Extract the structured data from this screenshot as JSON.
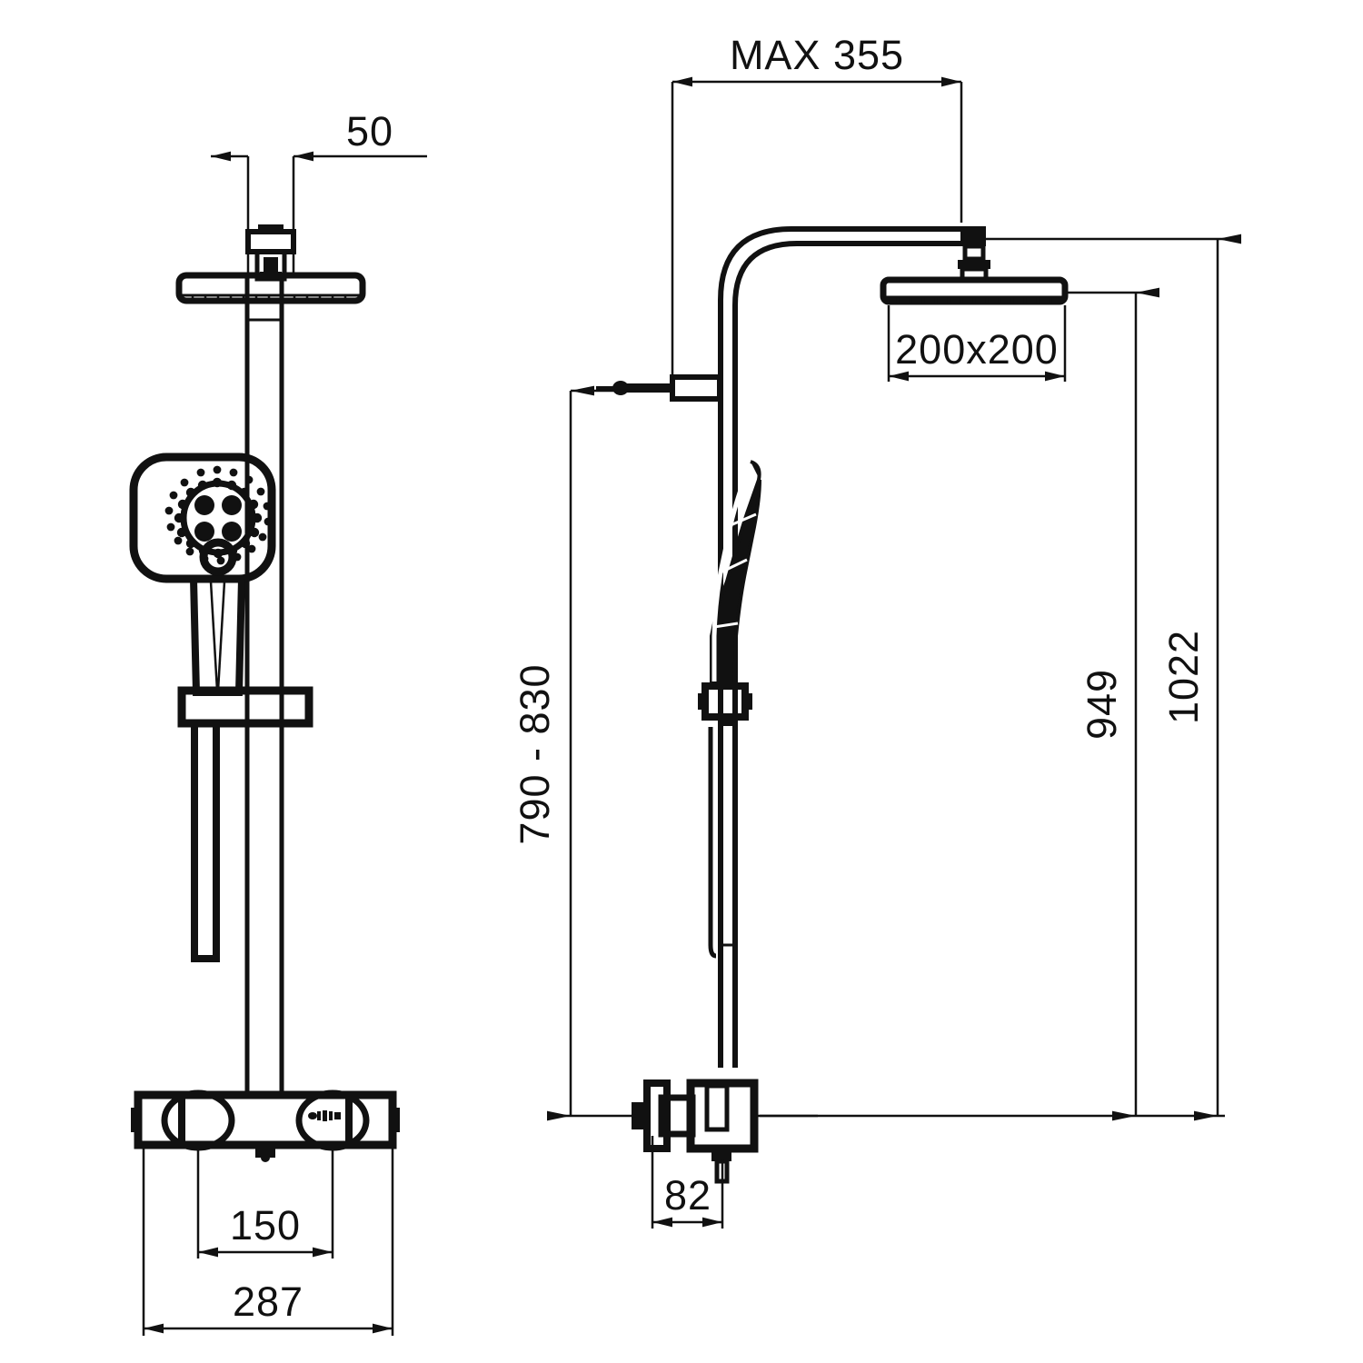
{
  "drawing": {
    "title": "Shower column dimensional drawing",
    "units": "mm",
    "line_color": "#111111",
    "background_color": "#ffffff",
    "views": [
      {
        "name": "front-view",
        "label": ""
      },
      {
        "name": "side-view",
        "label": ""
      }
    ]
  },
  "dimensions": {
    "spout_offset": "50",
    "max_projection": "MAX  355",
    "head_size": "200x200",
    "handset_height_range": "790 - 830",
    "head_height": "949",
    "overall_height": "1022",
    "valve_depth": "82",
    "valve_centers": "150",
    "valve_width": "287"
  },
  "icons": {
    "spray_face": "shower-face-icon",
    "brand_mark": "brand-logo-icon"
  }
}
